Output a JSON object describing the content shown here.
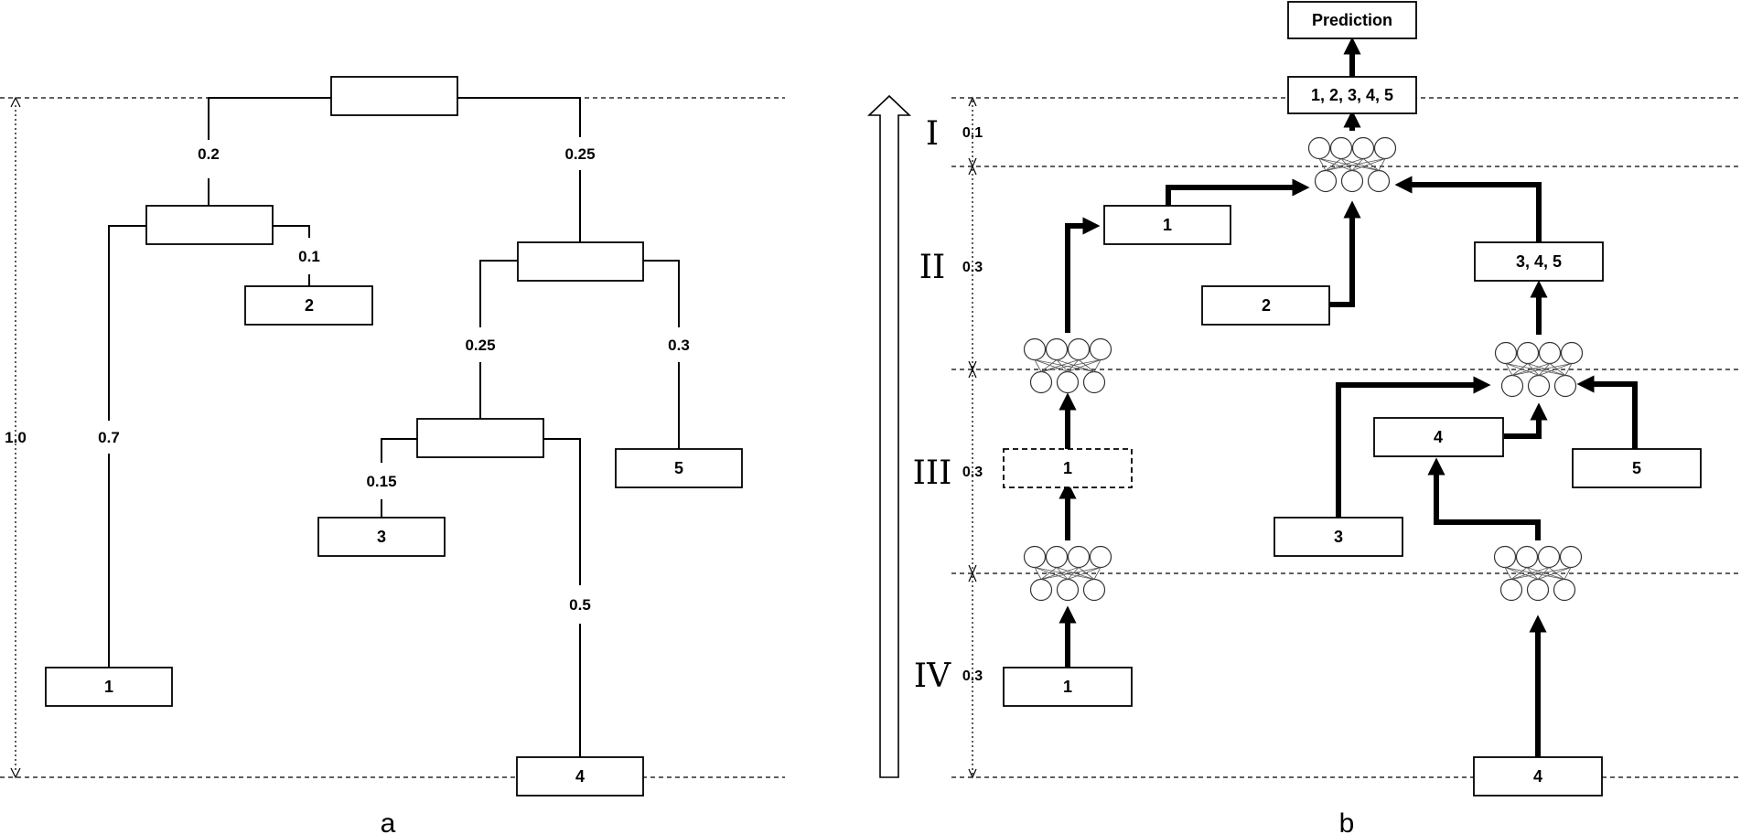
{
  "panel_a": {
    "caption": "a",
    "height_label": "1.0",
    "leaves": [
      "1",
      "2",
      "3",
      "4",
      "5"
    ],
    "edge_weights": {
      "root_left": "0.2",
      "root_right": "0.25",
      "n12_to_1": "0.7",
      "n12_to_2": "0.1",
      "n345_to_n34": "0.25",
      "n345_to_5": "0.3",
      "n34_to_3": "0.15",
      "n34_to_4": "0.5"
    }
  },
  "panel_b": {
    "caption": "b",
    "output_label": "Prediction",
    "final_node_label": "1, 2, 3, 4, 5",
    "merged_node_label": "3, 4, 5",
    "levels": [
      {
        "numeral": "I",
        "height": "0.1"
      },
      {
        "numeral": "II",
        "height": "0.3"
      },
      {
        "numeral": "III",
        "height": "0.3"
      },
      {
        "numeral": "IV",
        "height": "0.3"
      }
    ],
    "boxes": {
      "lvl4_1": "1",
      "lvl4_4": "4",
      "lvl3_1": "1",
      "lvl3_3": "3",
      "lvl3_4": "4",
      "lvl3_5": "5",
      "lvl2_1": "1",
      "lvl2_2": "2"
    }
  }
}
